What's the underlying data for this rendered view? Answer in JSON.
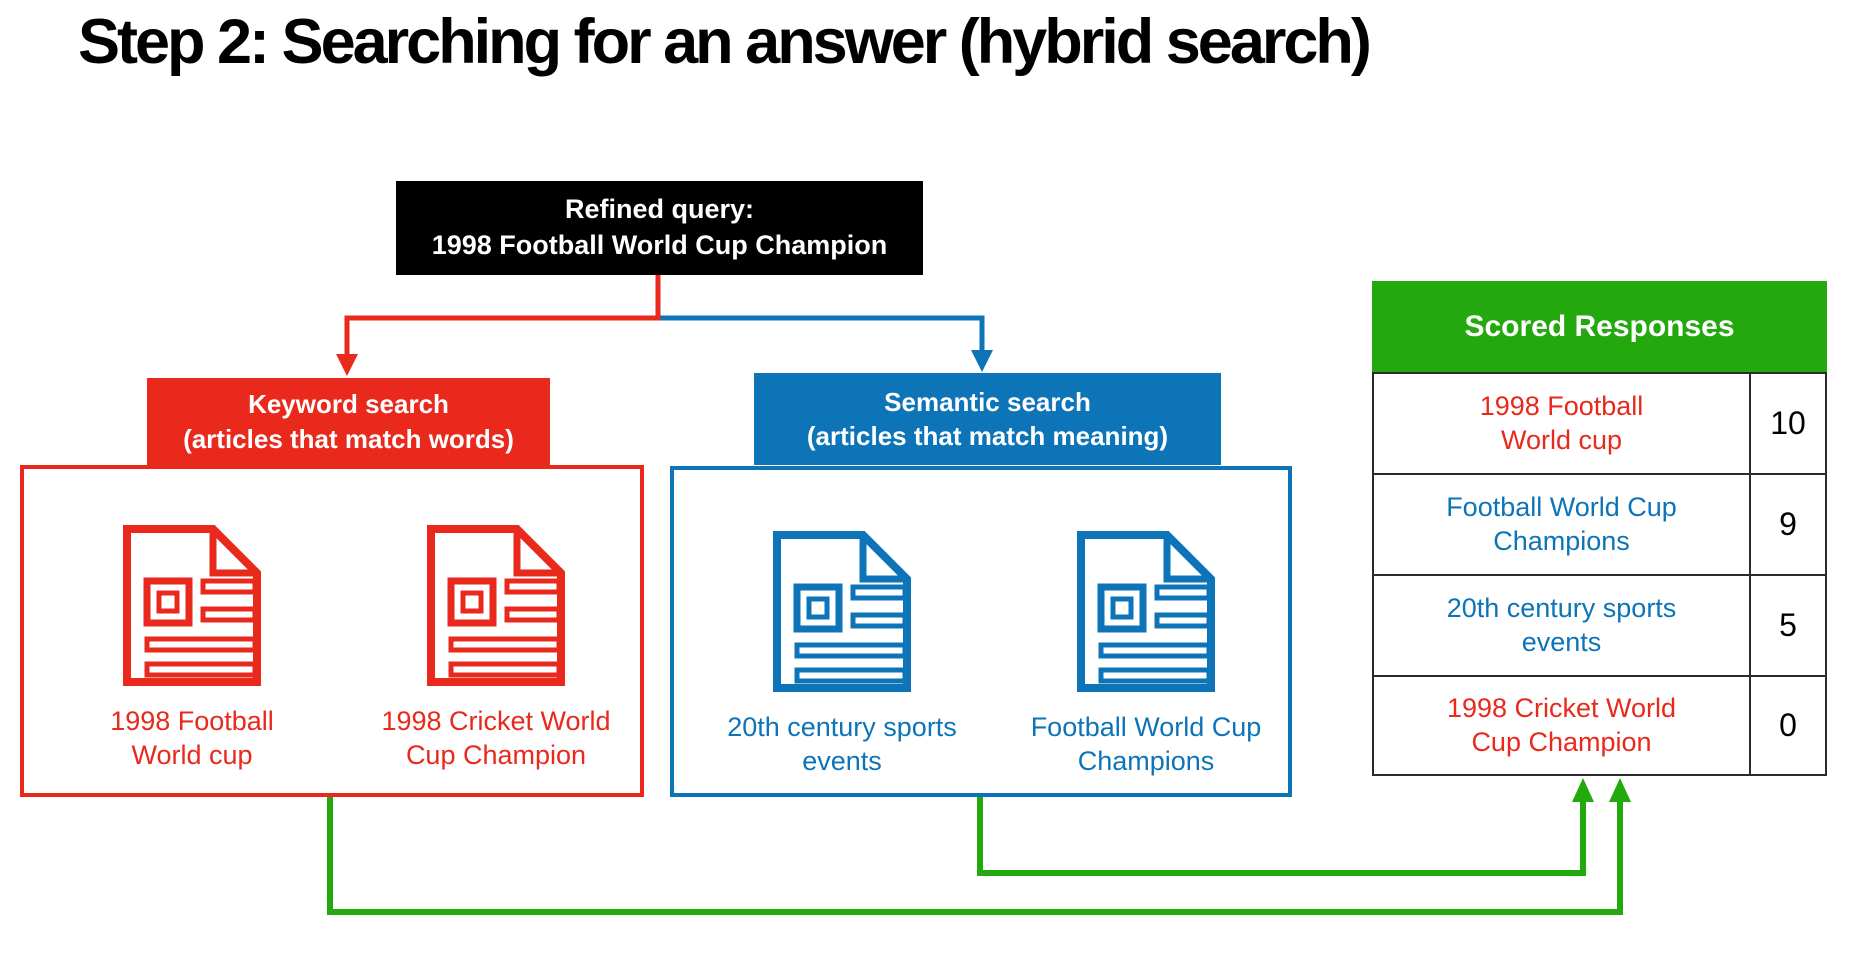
{
  "title": "Step 2: Searching for an answer (hybrid search)",
  "colors": {
    "red": "#E8291C",
    "blue": "#0D74B8",
    "green": "#23A80E",
    "black": "#000000"
  },
  "query_box": {
    "line1": "Refined query:",
    "line2": "1998 Football World Cup Champion"
  },
  "keyword_branch": {
    "title": "Keyword search",
    "subtitle": "(articles that match words)",
    "documents": [
      {
        "label": "1998 Football\nWorld cup"
      },
      {
        "label": "1998 Cricket World\nCup Champion"
      }
    ]
  },
  "semantic_branch": {
    "title": "Semantic search",
    "subtitle": "(articles that match meaning)",
    "documents": [
      {
        "label": "20th century sports\nevents"
      },
      {
        "label": "Football World Cup\nChampions"
      }
    ]
  },
  "score_table": {
    "header": "Scored Responses",
    "rows": [
      {
        "text": "1998 Football\nWorld cup",
        "color": "red",
        "score": "10"
      },
      {
        "text": "Football World Cup\nChampions",
        "color": "blue",
        "score": "9"
      },
      {
        "text": "20th century sports\nevents",
        "color": "blue",
        "score": "5"
      },
      {
        "text": "1998 Cricket World\nCup Champion",
        "color": "red",
        "score": "0"
      }
    ]
  }
}
